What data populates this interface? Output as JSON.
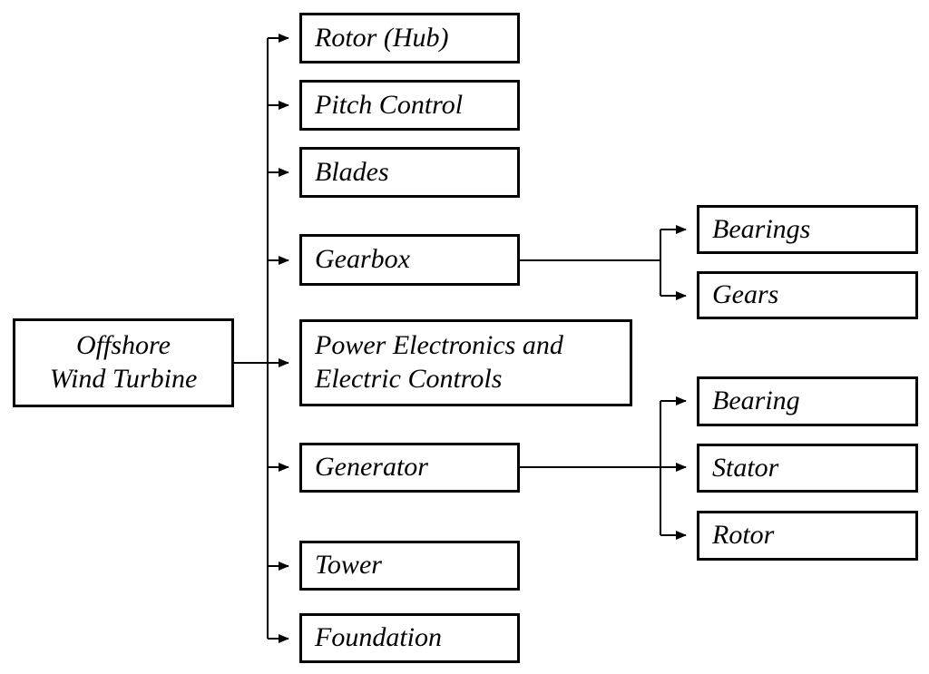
{
  "diagram": {
    "root": {
      "label": "Offshore Wind Turbine",
      "lines": [
        "Offshore",
        "Wind Turbine"
      ]
    },
    "children": [
      {
        "label": "Rotor (Hub)"
      },
      {
        "label": "Pitch Control"
      },
      {
        "label": "Blades"
      },
      {
        "label": "Gearbox",
        "children": [
          {
            "label": "Bearings"
          },
          {
            "label": "Gears"
          }
        ]
      },
      {
        "label": "Power Electronics and Electric Controls"
      },
      {
        "label": "Generator",
        "children": [
          {
            "label": "Bearing"
          },
          {
            "label": "Stator"
          },
          {
            "label": "Rotor"
          }
        ]
      },
      {
        "label": "Tower"
      },
      {
        "label": "Foundation"
      }
    ],
    "colors": {
      "background": "#ffffff",
      "line": "#000000",
      "box_border": "#000000",
      "text": "#000000"
    }
  }
}
